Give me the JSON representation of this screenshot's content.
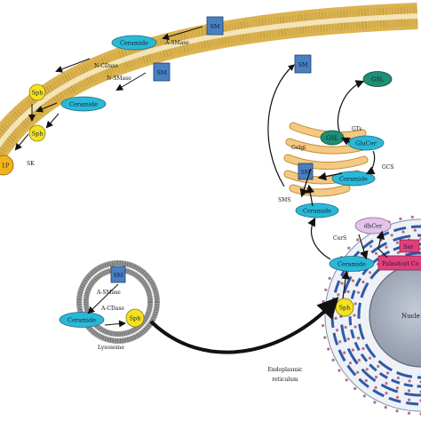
{
  "colors": {
    "membrane_head": "#e6b83a",
    "membrane_tail": "#c9a23c",
    "ceramide": "#2bb8d6",
    "sm": "#4a7fc1",
    "sph": "#f5e21e",
    "s1p": "#f2b21a",
    "gsl": "#1f8f75",
    "golgi": "#f1c178",
    "er": "#2f5aa5",
    "nucleus": "#9aa3b3",
    "ser": "#e0407a",
    "dhcer": "#e4c3e8",
    "dot": "#b0708a"
  },
  "labels": {
    "sm_top1": "SM",
    "sm_top2": "SM",
    "sm_right": "SM",
    "ceramide_pm1": "Ceramide",
    "ceramide_pm2": "Ceramide",
    "a_smase_pm": "A-SMase",
    "n_cdase": "N-CDase",
    "n_smase": "N-SMase",
    "sph_pm1": "Sph",
    "sph_pm2": "Sph",
    "s1p": "1P",
    "sk": "SK",
    "gsl": "GSL",
    "gts": "GTs",
    "golgi": "Golgi",
    "gsl_golgi": "GSL",
    "glucer": "GluCer",
    "gcs": "GCS",
    "sm_golgi": "SM",
    "ceramide_golgi": "Ceramide",
    "sms": "SMS",
    "ceramide_golgi_base": "Ceramide",
    "cers": "CerS",
    "dhcer": "dhCer",
    "ser": "Ser",
    "palmitoyl": "Palmitoyl Co",
    "ceramide_er": "Ceramide",
    "nucleus": "Nucle",
    "sph_er": "Sph",
    "sm_lyso": "SM",
    "a_smase_lyso": "A-SMase",
    "a_cdase": "A-CDase",
    "ceramide_lyso": "Ceramide",
    "sph_lyso": "Sph",
    "lysosome": "Lysosome",
    "er_line1": "Endoplasmic",
    "er_line2": "reticulum"
  }
}
